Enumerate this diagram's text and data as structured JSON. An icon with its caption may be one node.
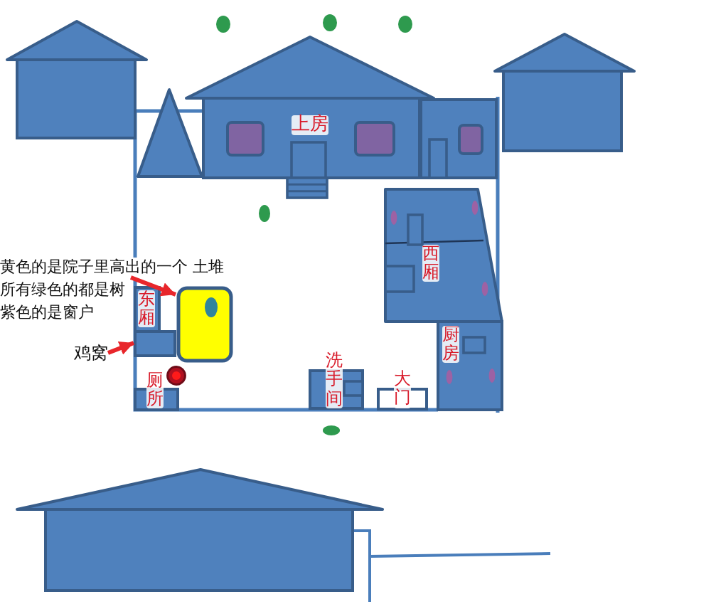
{
  "diagram": {
    "nodes": [
      {
        "text": [],
        "shape": "house"
      },
      {
        "text": [],
        "shape": "triangle"
      },
      {
        "text": [
          "上房"
        ]
      },
      {
        "text": [],
        "shape": "box"
      },
      {
        "text": [],
        "shape": "house"
      },
      {
        "text": [
          "西厢"
        ]
      },
      {
        "text": [
          "黄色的是院子里高出的一个 土堆"
        ]
      },
      {
        "text": [],
        "shape": "box"
      },
      {
        "text": [
          "东厢"
        ]
      },
      {
        "text": [],
        "shape": "box"
      },
      {
        "text": [
          "鸡窝"
        ]
      },
      {
        "text": [
          "厕所"
        ]
      },
      {
        "text": [
          "洗手间"
        ]
      },
      {
        "text": [
          "大门"
        ]
      },
      {
        "text": [
          "厨房"
        ]
      },
      {
        "text": [],
        "shape": "house"
      }
    ],
    "edges": [
      {
        "from": 6,
        "to": 7,
        "arrow": "to"
      },
      {
        "from": 10,
        "to": 9,
        "arrow": "to"
      }
    ],
    "labels": [
      "所有绿色的都是树",
      "紫色的是窗户"
    ]
  }
}
